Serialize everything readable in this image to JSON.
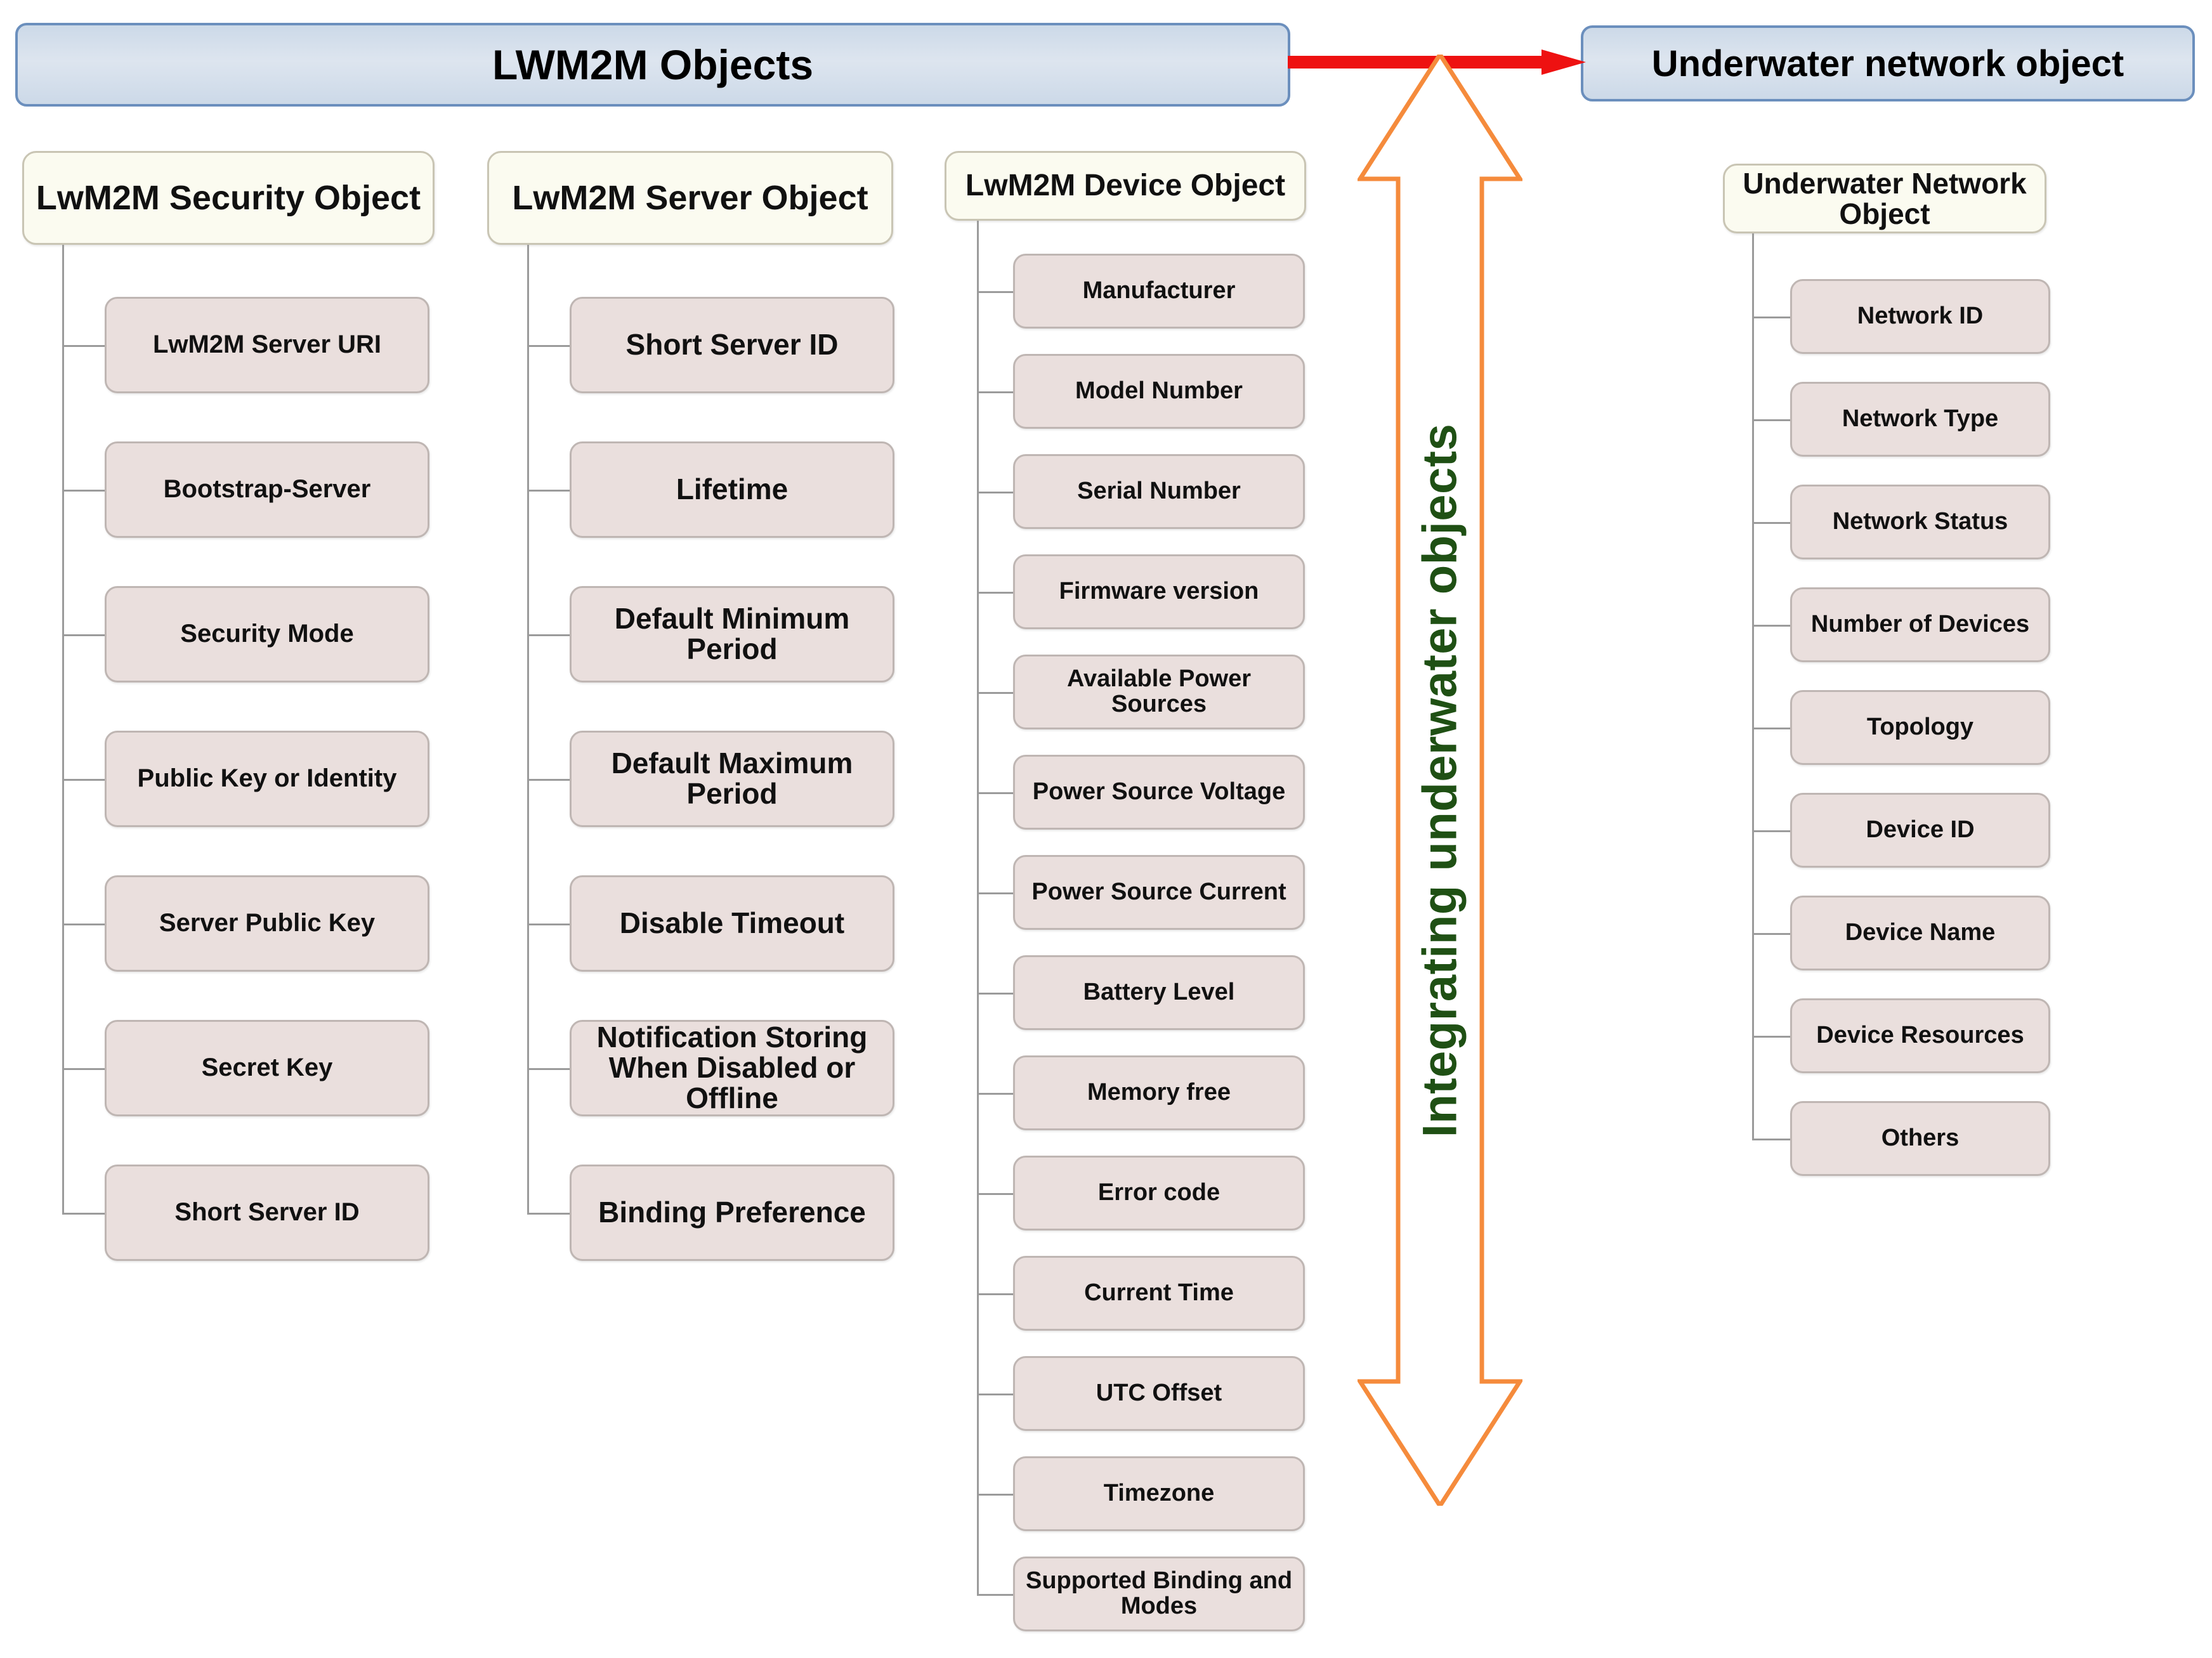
{
  "colors": {
    "banner_fill": "#dde5ef",
    "banner_border": "#6b8fbd",
    "head_fill": "#fbfbf0",
    "leaf_fill": "#eadfdd",
    "leaf_border": "#bfb6b3",
    "red_arrow": "#ee1111",
    "orange_arrow": "#f58b3c",
    "green_text": "#1f5014",
    "connector_line": "#9b9b9b"
  },
  "banners": {
    "left": "LWM2M Objects",
    "right": "Underwater network object"
  },
  "center_arrow": {
    "label": "Integrating underwater objects",
    "direction": "double-vertical",
    "icon": "double-headed-vertical-arrow"
  },
  "red_connector": {
    "icon": "right-arrow",
    "from": "LWM2M Objects",
    "to": "Underwater network object"
  },
  "columns": [
    {
      "id": "security",
      "head": "LwM2M Security Object",
      "items": [
        "LwM2M Server URI",
        "Bootstrap-Server",
        "Security Mode",
        "Public Key or Identity",
        "Server Public Key",
        "Secret Key",
        "Short Server ID"
      ]
    },
    {
      "id": "server",
      "head": "LwM2M   Server Object",
      "items": [
        "Short Server ID",
        "Lifetime",
        "Default Minimum Period",
        "Default Maximum Period",
        "Disable Timeout",
        "Notification Storing When Disabled or Offline",
        "Binding Preference"
      ]
    },
    {
      "id": "device",
      "head": "LwM2M   Device Object",
      "items": [
        "Manufacturer",
        "Model Number",
        "Serial Number",
        "Firmware version",
        "Available Power Sources",
        "Power Source Voltage",
        "Power Source Current",
        "Battery Level",
        "Memory free",
        "Error code",
        "Current Time",
        "UTC Offset",
        "Timezone",
        "Supported Binding and Modes"
      ]
    },
    {
      "id": "underwater",
      "head": "Underwater Network Object",
      "items": [
        "Network ID",
        "Network Type",
        "Network Status",
        "Number of Devices",
        "Topology",
        "Device ID",
        "Device Name",
        "Device Resources",
        "Others"
      ]
    }
  ]
}
